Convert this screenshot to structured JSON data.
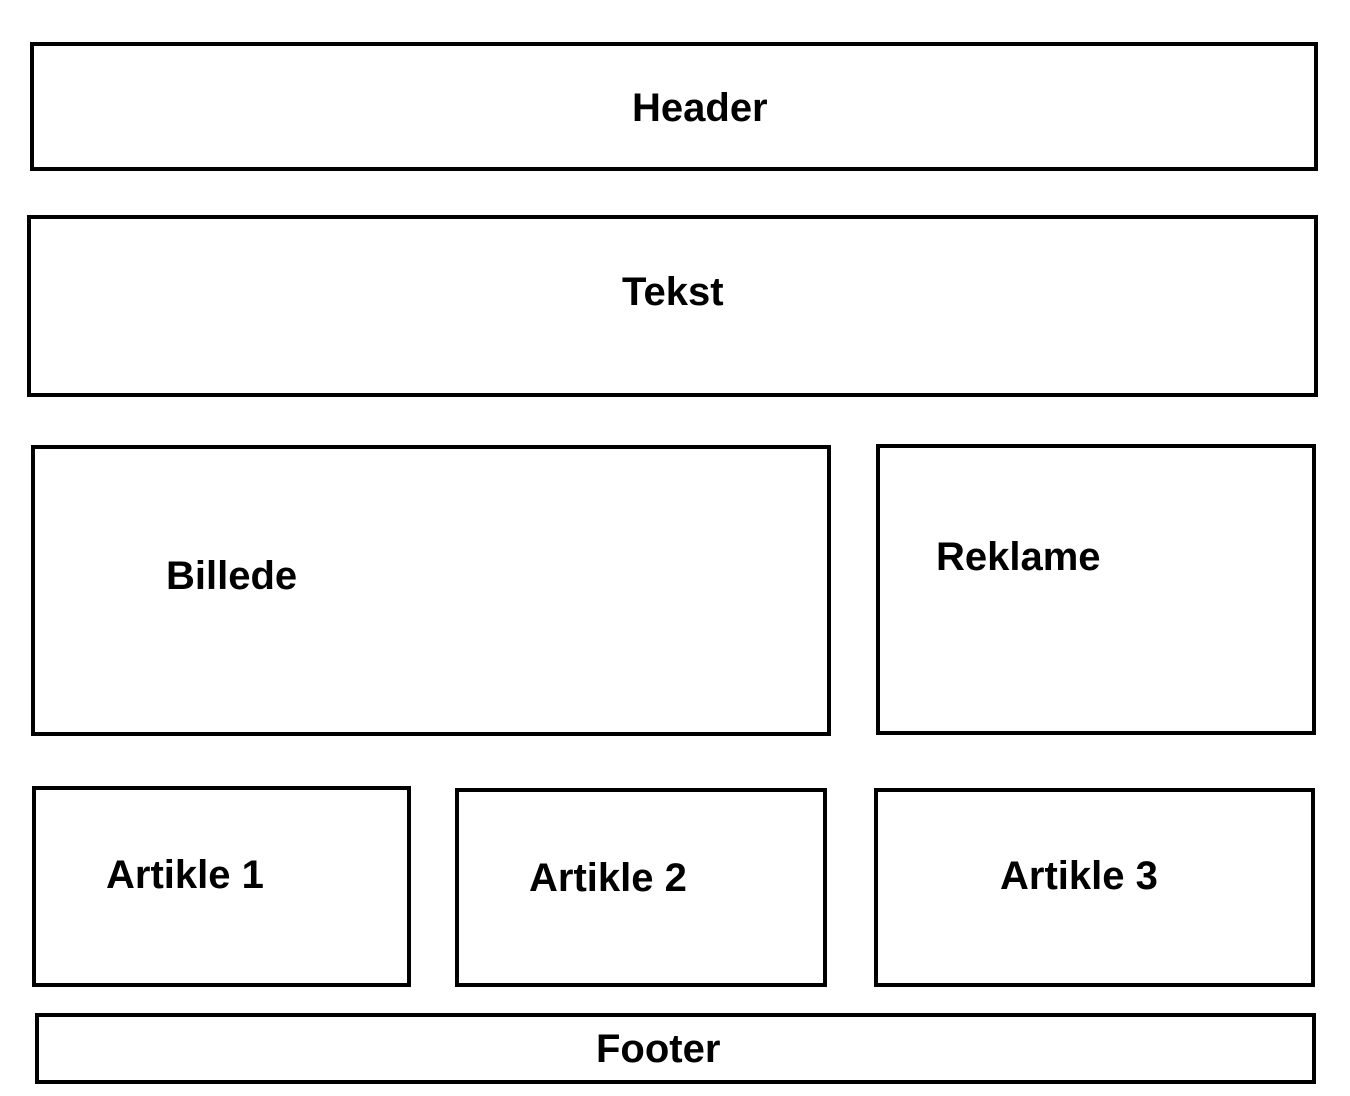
{
  "layout": {
    "header": "Header",
    "tekst": "Tekst",
    "billede": "Billede",
    "reklame": "Reklame",
    "articles": [
      "Artikle 1",
      "Artikle 2",
      "Artikle 3"
    ],
    "footer": "Footer"
  },
  "colors": {
    "border": "#000000",
    "background": "#ffffff",
    "text": "#000000"
  }
}
